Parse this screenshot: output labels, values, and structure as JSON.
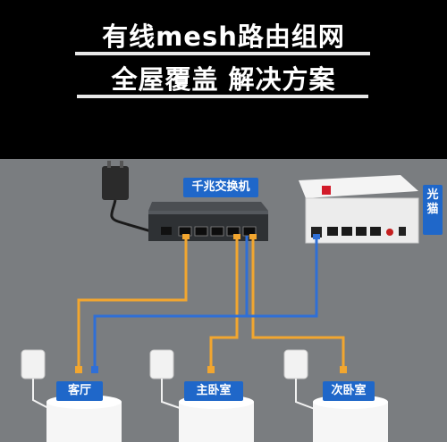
{
  "header": {
    "title_line1": "有线mesh路由组网",
    "title_line2": "全屋覆盖 解决方案"
  },
  "devices": {
    "switch_label": "千兆交换机",
    "modem_label": "光\n猫"
  },
  "rooms": [
    {
      "label": "客厅"
    },
    {
      "label": "主卧室"
    },
    {
      "label": "次卧室"
    }
  ],
  "colors": {
    "background_top": "#000000",
    "board": "#7a7d80",
    "label_blue": "#1f67c9",
    "cable_orange": "#f2a62f",
    "cable_blue": "#2f6fd6"
  }
}
